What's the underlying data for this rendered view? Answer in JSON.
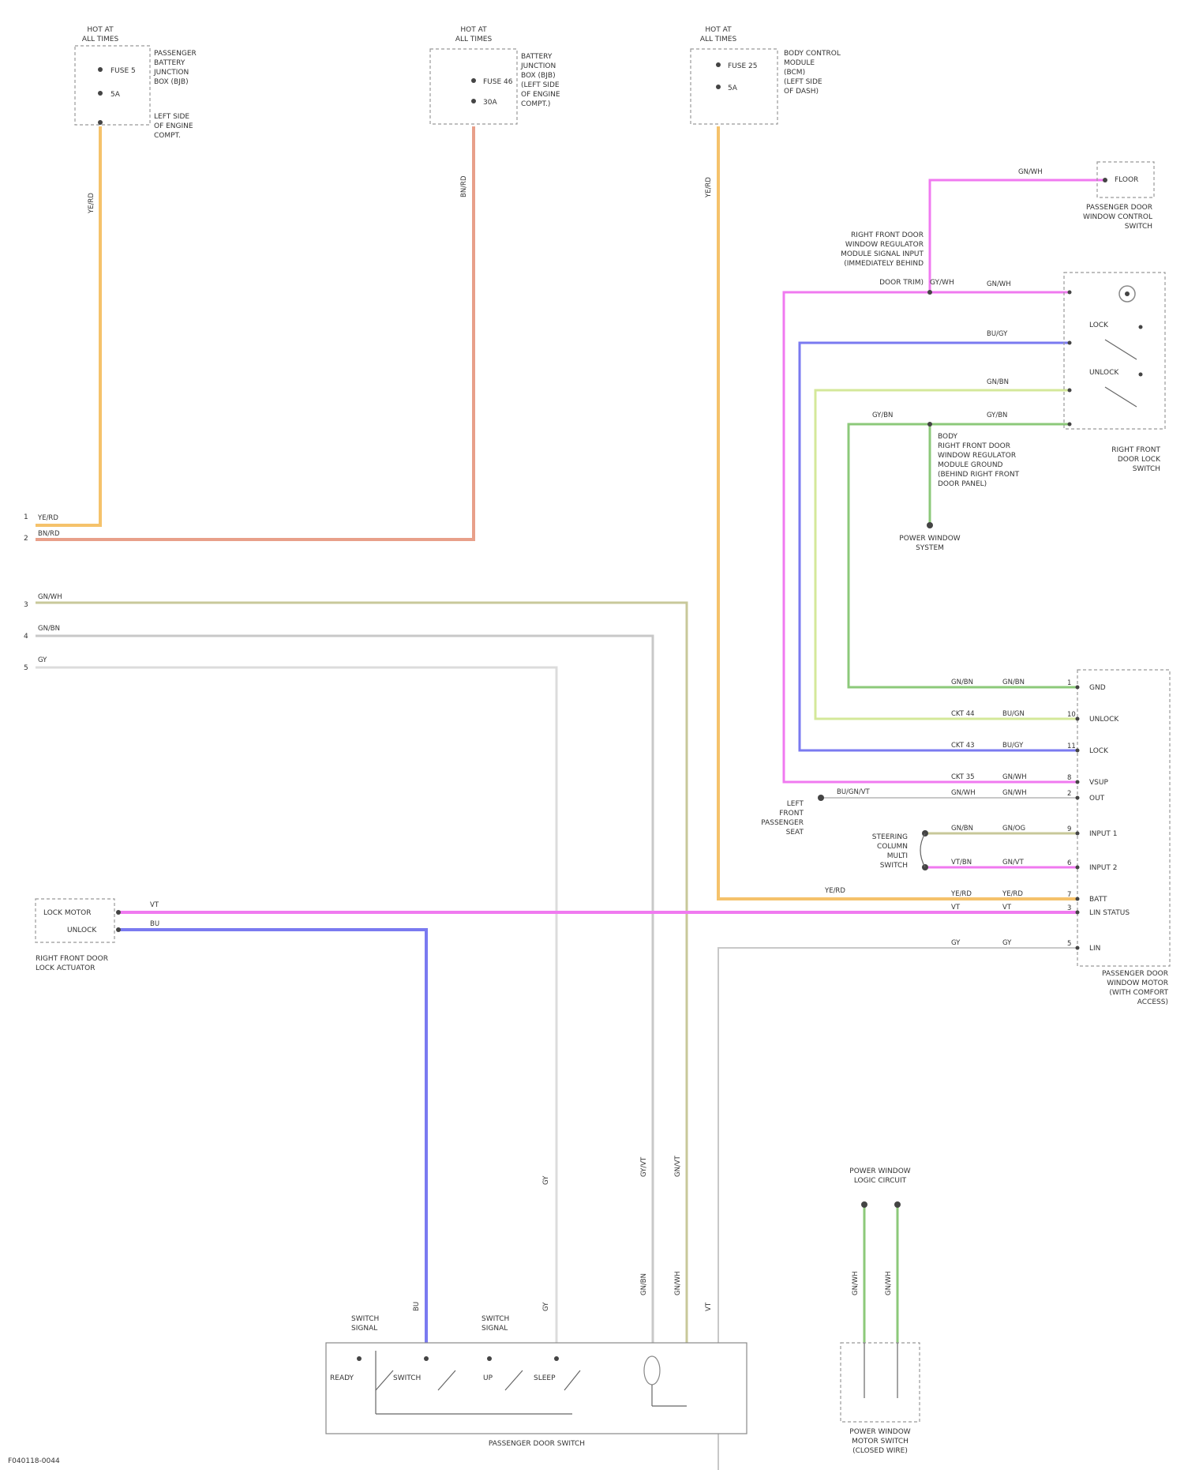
{
  "diagram": {
    "fuse_boxes": [
      {
        "id": "fb1",
        "header": [
          "HOT AT",
          "ALL TIMES"
        ],
        "fuses": [
          "FUSE 5",
          "5A"
        ],
        "desc": [
          "PASSENGER",
          "BATTERY",
          "JUNCTION",
          "BOX (BJB)"
        ],
        "desc2": [
          "LEFT SIDE",
          "OF ENGINE",
          "COMPT."
        ],
        "wire": "YE/RD"
      },
      {
        "id": "fb2",
        "header": [
          "HOT AT",
          "ALL TIMES"
        ],
        "fuses": [
          "FUSE 46",
          "30A"
        ],
        "desc": [
          "BATTERY",
          "JUNCTION",
          "BOX (BJB)",
          "(LEFT SIDE",
          "OF ENGINE",
          "COMPT.)"
        ],
        "wire": "BN/RD"
      },
      {
        "id": "fb3",
        "header": [
          "HOT AT",
          "ALL TIMES"
        ],
        "fuses": [
          "FUSE 25",
          "5A"
        ],
        "desc": [
          "BODY CONTROL",
          "MODULE",
          "(BCM)",
          "(LEFT SIDE",
          "OF DASH)"
        ],
        "wire": "YE/RD"
      }
    ],
    "left_wires": [
      {
        "label": "YE/RD",
        "pin": "1"
      },
      {
        "label": "BN/RD",
        "pin": "2"
      },
      {
        "label": "GN/WH",
        "pin": "3"
      },
      {
        "label": "GN/BN",
        "pin": "4"
      },
      {
        "label": "GY",
        "pin": "5"
      }
    ],
    "top_right_component": {
      "label": [
        "PASSENGER DOOR",
        "WINDOW CONTROL",
        "SWITCH"
      ],
      "wire": "GN/WH",
      "box_text": "FLOOR"
    },
    "lock_switch": {
      "label": [
        "RIGHT FRONT",
        "DOOR LOCK",
        "SWITCH"
      ],
      "contacts": [
        "LOCK",
        "UNLOCK"
      ],
      "wires": [
        "GN/WH",
        "BU/GY",
        "GN/BN",
        "GY/BN"
      ],
      "splice_label": [
        "RIGHT FRONT DOOR",
        "WINDOW REGULATOR",
        "MODULE SIGNAL INPUT",
        "(IMMEDIATELY BEHIND",
        "DOOR TRIM)",
        "GY/WH"
      ],
      "wire_top": "GY/WH",
      "wire_bot": "GY/BN"
    },
    "ground_label": [
      "BODY",
      "RIGHT FRONT DOOR",
      "WINDOW REGULATOR",
      "MODULE GROUND",
      "(BEHIND RIGHT FRONT",
      "DOOR PANEL)"
    ],
    "power_window_system": [
      "POWER WINDOW",
      "SYSTEM"
    ],
    "module": {
      "label": [
        "PASSENGER DOOR",
        "WINDOW MOTOR",
        "(WITH COMFORT",
        "ACCESS)"
      ],
      "pins": [
        {
          "name": "GND",
          "pin": "1",
          "wire": "GN/BN",
          "wire2": "GN/BN"
        },
        {
          "name": "UNLOCK",
          "pin": "10",
          "wire": "CKT 44",
          "wire2": "BU/GN"
        },
        {
          "name": "LOCK",
          "pin": "11",
          "wire": "CKT 43",
          "wire2": "BU/GY"
        },
        {
          "name": "VSUP",
          "pin": "8",
          "wire": "CKT 35",
          "wire2": "GN/WH"
        },
        {
          "name": "OUT",
          "pin": "2",
          "wire": "GN/WH",
          "wire2": "GN/WH"
        },
        {
          "name": "INPUT 1",
          "pin": "9",
          "wire": "GN/BN",
          "wire2": "GN/OG"
        },
        {
          "name": "INPUT 2",
          "pin": "6",
          "wire": "VT/BN",
          "wire2": "GN/VT"
        },
        {
          "name": "BATT",
          "pin": "7",
          "wire": "YE/RD",
          "wire2": "YE/RD"
        },
        {
          "name": "LIN STATUS",
          "pin": "3",
          "wire": "VT",
          "wire2": "VT"
        },
        {
          "name": "LIN",
          "pin": "5",
          "wire": "GY",
          "wire2": "GY"
        }
      ],
      "extra_labels": [
        "GY/VT",
        "GN/VT",
        "GN/OG",
        "YE/RD",
        "VT/BN"
      ]
    },
    "side_connectors": [
      {
        "label": [
          "LEFT",
          "FRONT",
          "PASSENGER",
          "SEAT"
        ],
        "wire": "BU/GN/VT"
      },
      {
        "label": [
          "STEERING",
          "COLUMN",
          "MULTI",
          "SWITCH"
        ],
        "wire": "GN/VT"
      }
    ],
    "left_motor": {
      "label": [
        "RIGHT FRONT DOOR",
        "LOCK ACTUATOR"
      ],
      "pins": [
        "LOCK MOTOR",
        "UNLOCK"
      ],
      "wires": [
        "VT",
        "BU"
      ]
    },
    "bottom_switch": {
      "label": "PASSENGER DOOR SWITCH",
      "contacts": [
        "READY",
        "SWITCH",
        "UP",
        "SLEEP"
      ],
      "top_labels": [
        "SWITCH",
        "SIGNAL",
        "SWITCH",
        "SIGNAL"
      ],
      "pins": [
        "BU",
        "GY",
        "VT",
        "GY"
      ]
    },
    "bottom_right": {
      "label": [
        "POWER WINDOW",
        "MOTOR SWITCH",
        "(CLOSED WIRE)"
      ],
      "top": [
        "POWER WINDOW",
        "LOGIC CIRCUIT"
      ],
      "wires": [
        "GN/WH",
        "GN/WH"
      ]
    },
    "vertical_labels": [
      "GY/VT",
      "GN/VT",
      "GN/BN",
      "GN/WH",
      "GY"
    ],
    "footer": "F040118-0044",
    "colors": {
      "yellow": "#F5C26B",
      "salmon": "#E8A08A",
      "green": "#8CC97A",
      "lightgreen": "#D4E89A",
      "blue": "#7A7AF0",
      "magenta": "#F07AF0",
      "gray": "#C8C8C8",
      "khaki": "#C8C89A"
    }
  }
}
